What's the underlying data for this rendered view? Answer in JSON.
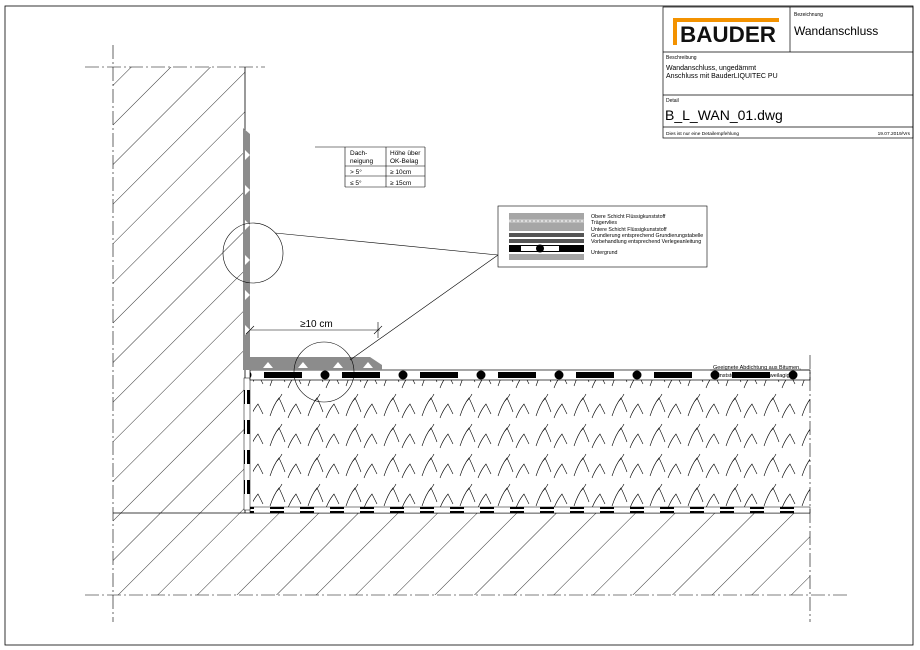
{
  "title_block": {
    "logo_text": "BAUDER",
    "logo_color": "#f39200",
    "bezeichnung_label": "Bezeichnung",
    "bezeichnung_value": "Wandanschluss",
    "beschreibung_label": "Beschreibung",
    "beschreibung_line1": "Wandanschluss, ungedämmt",
    "beschreibung_line2": "Anschluss mit BauderLIQUITEC PU",
    "detail_label": "Detail",
    "detail_value": "B_L_WAN_01.dwg",
    "footer_note": "Dies ist nur eine Detailempfehlung",
    "footer_date": "19.07.2019/Vrs"
  },
  "height_table": {
    "header_col1_line1": "Dach-",
    "header_col1_line2": "neigung",
    "header_col2_line1": "Höhe über",
    "header_col2_line2": "OK-Belag",
    "rows": [
      {
        "slope": "> 5°",
        "height": "≥ 10cm"
      },
      {
        "slope": "≤ 5°",
        "height": "≥ 15cm"
      }
    ]
  },
  "legend": {
    "items": [
      "Obere Schicht Flüssigkunststoff",
      "Trägervlies",
      "Untere Schicht Flüssigkunststoff",
      "Grundierung entsprechend Grundierungstabelle",
      "Vorbehandlung entsprechend Verlegeanleitung",
      "Untergrund"
    ]
  },
  "annotations": {
    "dimension": "≥10 cm",
    "membrane_line1": "Geeignete Abdichtung aus Bitumen,",
    "membrane_line2": "Kunststoff ... einlagig, zweilagig"
  }
}
